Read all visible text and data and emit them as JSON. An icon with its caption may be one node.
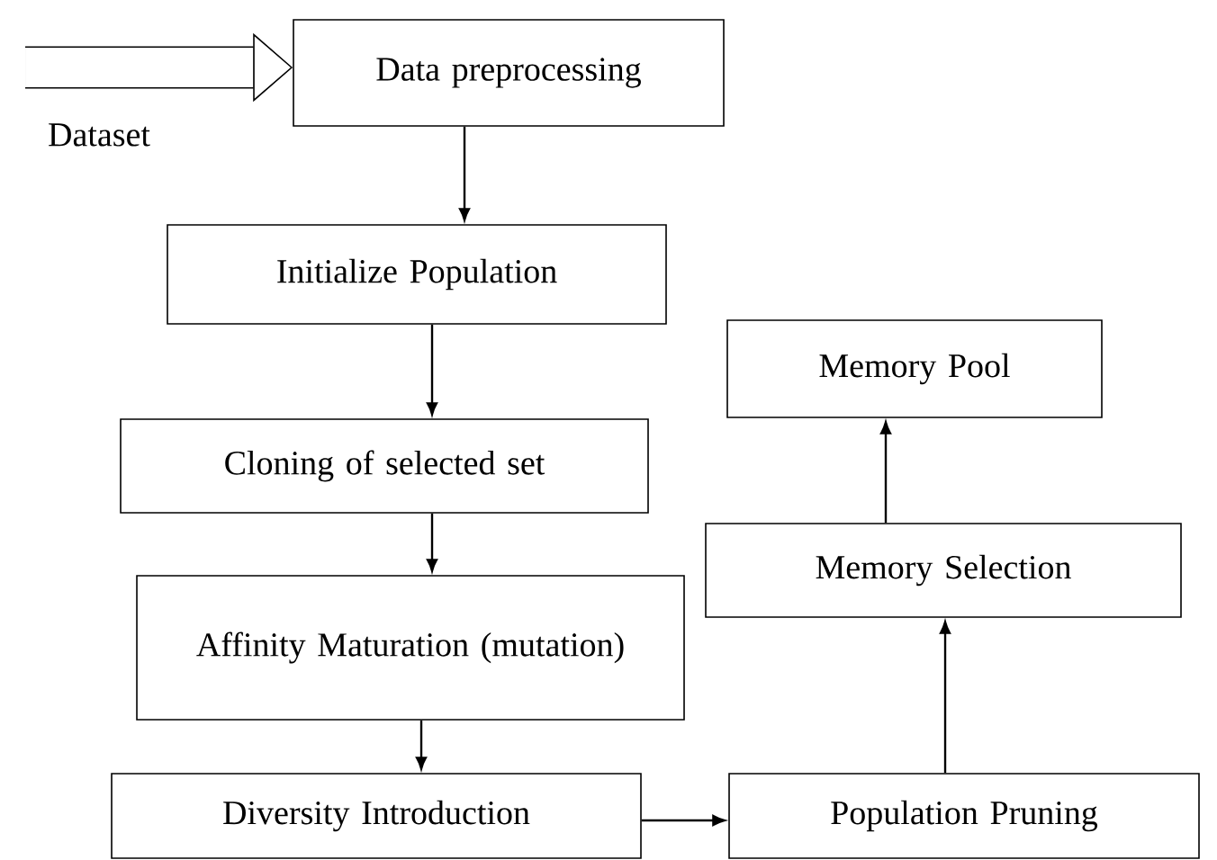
{
  "diagram": {
    "nodes": [
      {
        "text": [
          "Data preprocessing"
        ]
      },
      {
        "text": [
          "Initialize Population"
        ]
      },
      {
        "text": [
          "Cloning of selected set"
        ]
      },
      {
        "text": [
          "Affinity Maturation (mutation)"
        ]
      },
      {
        "text": [
          "Diversity Introduction"
        ]
      },
      {
        "text": [
          "Population Pruning"
        ]
      },
      {
        "text": [
          "Memory Selection"
        ]
      },
      {
        "text": [
          "Memory Pool"
        ]
      }
    ],
    "edges": [
      {
        "from": null,
        "to": 0,
        "arrow": "to",
        "style": "thick"
      },
      {
        "from": 0,
        "to": 1,
        "arrow": "to"
      },
      {
        "from": 1,
        "to": 2,
        "arrow": "to"
      },
      {
        "from": 2,
        "to": 3,
        "arrow": "to"
      },
      {
        "from": 3,
        "to": 4,
        "arrow": "to"
      },
      {
        "from": 4,
        "to": 5,
        "arrow": "to"
      },
      {
        "from": 5,
        "to": 6,
        "arrow": "to"
      },
      {
        "from": 6,
        "to": 7,
        "arrow": "to"
      }
    ],
    "labels": [
      "Dataset"
    ]
  }
}
